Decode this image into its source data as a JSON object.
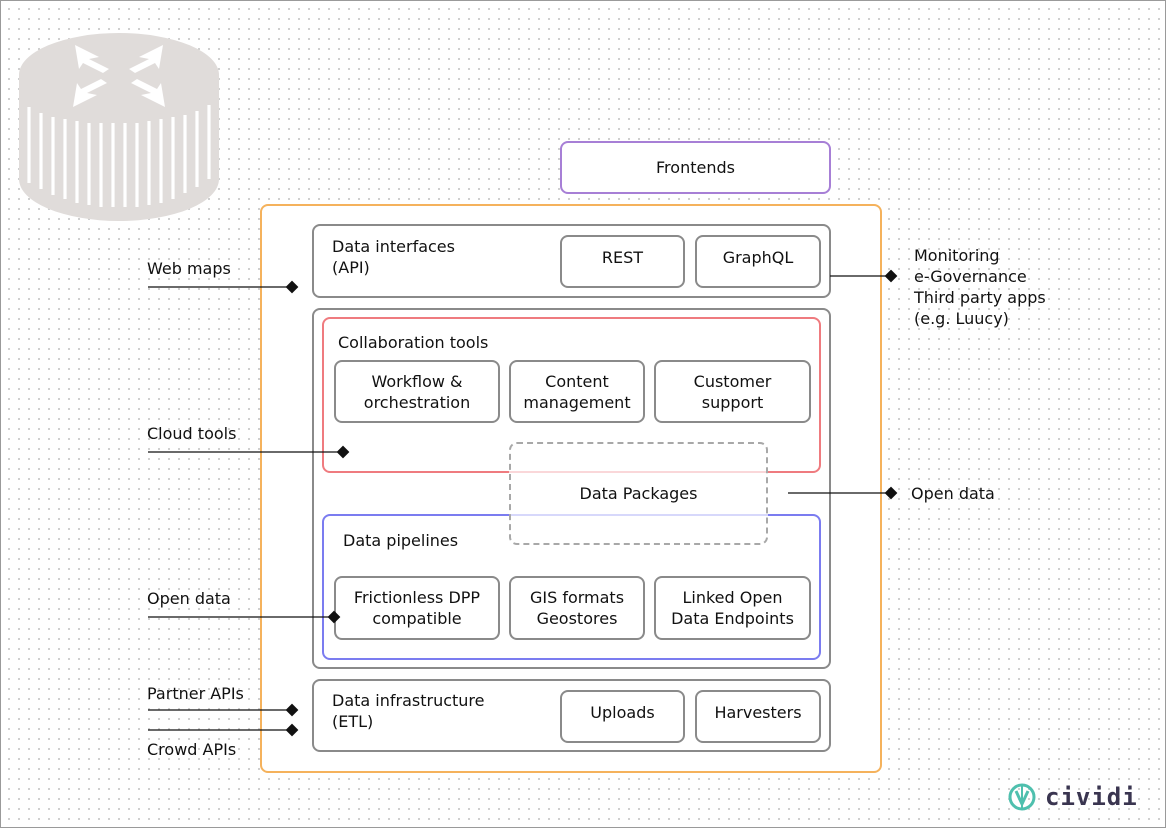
{
  "frontends": "Frontends",
  "api": {
    "title": "Data interfaces\n(API)",
    "items": [
      "REST",
      "GraphQL"
    ]
  },
  "collab": {
    "title": "Collaboration tools",
    "items": [
      "Workflow &\norchestration",
      "Content\nmanagement",
      "Customer\nsupport"
    ]
  },
  "packages": "Data Packages",
  "pipelines": {
    "title": "Data pipelines",
    "items": [
      "Frictionless DPP\ncompatible",
      "GIS formats\nGeostores",
      "Linked Open\nData Endpoints"
    ]
  },
  "infra": {
    "title": "Data infrastructure\n(ETL)",
    "items": [
      "Uploads",
      "Harvesters"
    ]
  },
  "left_labels": {
    "web_maps": "Web maps",
    "cloud_tools": "Cloud tools",
    "open_data": "Open data",
    "partner_apis": "Partner APIs",
    "crowd_apis": "Crowd APIs"
  },
  "right_labels": {
    "consumers": "Monitoring\ne-Governance\nThird party apps\n(e.g. Luucy)",
    "open_data": "Open data"
  },
  "logo_text": "cividi",
  "colors": {
    "outer_orange": "#f5b25c",
    "frontends_purple": "#a77fd6",
    "collab_red": "#ef7b7f",
    "pipelines_blue": "#7b7cf0",
    "box_gray": "#8a8a8a",
    "logo_teal": "#4fc0ae",
    "logo_text": "#3a3550"
  }
}
